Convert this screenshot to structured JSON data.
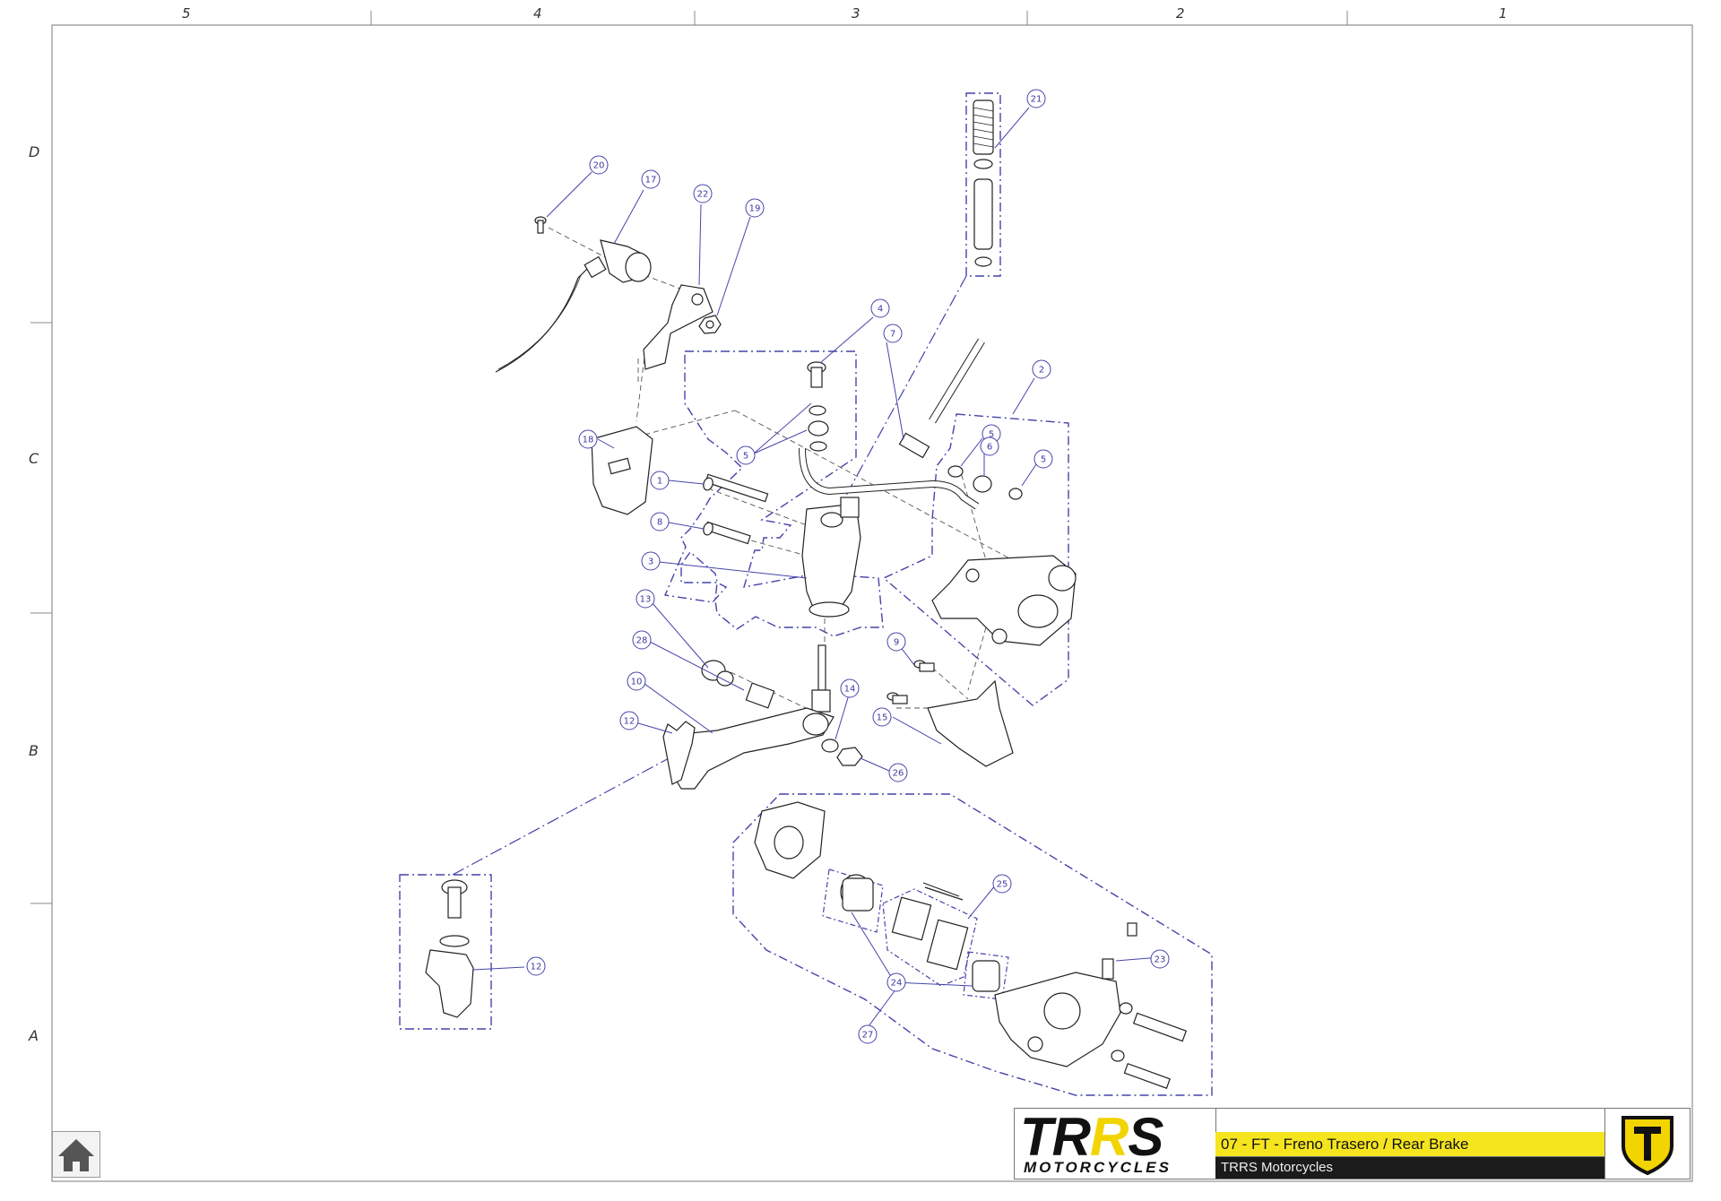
{
  "zones": {
    "columns": [
      "5",
      "4",
      "3",
      "2",
      "1"
    ],
    "rows": [
      "D",
      "C",
      "B",
      "A"
    ]
  },
  "callouts": [
    {
      "id": "c20",
      "label": "20"
    },
    {
      "id": "c17",
      "label": "17"
    },
    {
      "id": "c22",
      "label": "22"
    },
    {
      "id": "c19",
      "label": "19"
    },
    {
      "id": "c21",
      "label": "21"
    },
    {
      "id": "c4",
      "label": "4"
    },
    {
      "id": "c7",
      "label": "7"
    },
    {
      "id": "c2",
      "label": "2"
    },
    {
      "id": "c18",
      "label": "18"
    },
    {
      "id": "c5a",
      "label": "5"
    },
    {
      "id": "c5b",
      "label": "5"
    },
    {
      "id": "c6",
      "label": "6"
    },
    {
      "id": "c5c",
      "label": "5"
    },
    {
      "id": "c1",
      "label": "1"
    },
    {
      "id": "c8",
      "label": "8"
    },
    {
      "id": "c3",
      "label": "3"
    },
    {
      "id": "c13",
      "label": "13"
    },
    {
      "id": "c28",
      "label": "28"
    },
    {
      "id": "c9",
      "label": "9"
    },
    {
      "id": "c10",
      "label": "10"
    },
    {
      "id": "c14",
      "label": "14"
    },
    {
      "id": "c15",
      "label": "15"
    },
    {
      "id": "c12a",
      "label": "12"
    },
    {
      "id": "c26",
      "label": "26"
    },
    {
      "id": "c25",
      "label": "25"
    },
    {
      "id": "c23",
      "label": "23"
    },
    {
      "id": "c24",
      "label": "24"
    },
    {
      "id": "c27",
      "label": "27"
    },
    {
      "id": "c12b",
      "label": "12"
    }
  ],
  "title_block": {
    "brand_main_a": "TR",
    "brand_main_b": "R",
    "brand_main_c": "S",
    "brand_sub": "MOTORCYCLES",
    "title": "07 - FT - Freno Trasero / Rear Brake",
    "subtitle": "TRRS Motorcycles"
  },
  "colors": {
    "callout": "#3a3aa0",
    "accent_yellow": "#f5e51f",
    "emblem_yellow": "#f2d400",
    "dark_bar": "#1b1b1b"
  },
  "icons": {
    "home": "home-icon",
    "emblem": "trrs-shield-icon"
  }
}
